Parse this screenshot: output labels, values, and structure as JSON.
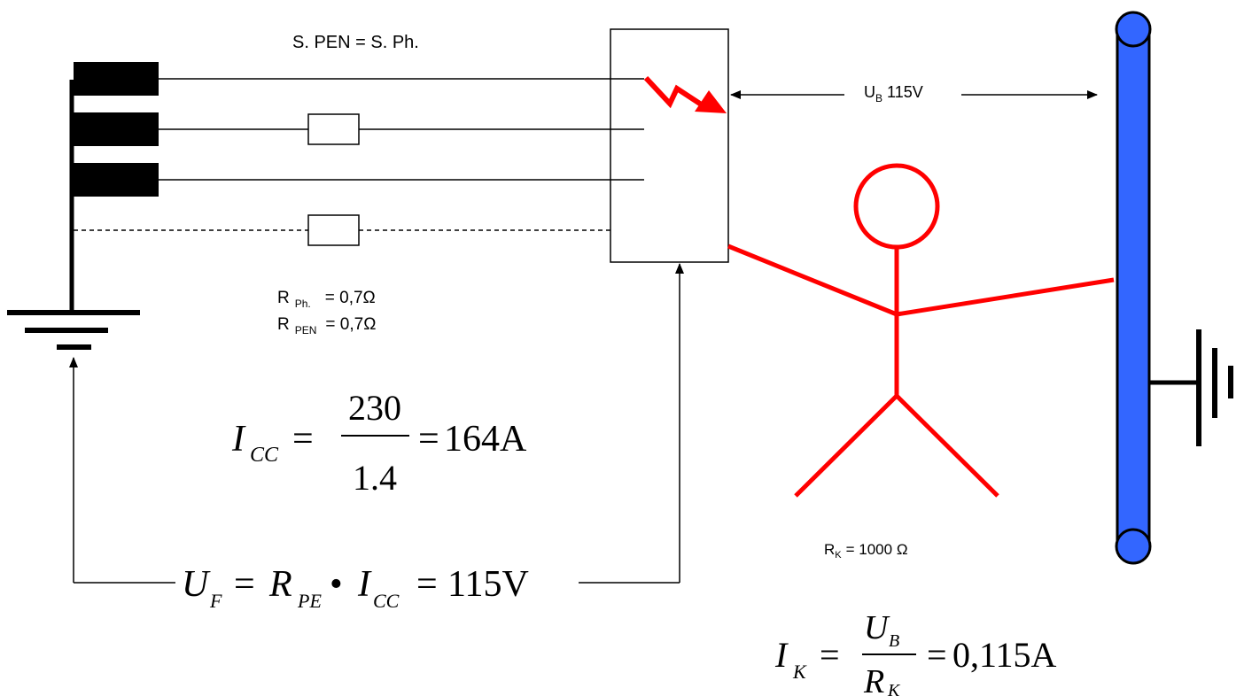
{
  "top_label": "S. PEN = S. Ph.",
  "touch_voltage": {
    "main": "U",
    "sub": "B",
    "value": "115V"
  },
  "resistances": {
    "phase": {
      "prefix": "R",
      "sub": "Ph.",
      "value": "= 0,7Ω"
    },
    "pen": {
      "prefix": "R",
      "sub": "PEN",
      "value": "= 0,7Ω"
    }
  },
  "body_resistance": {
    "prefix": "R",
    "sub": "K",
    "value": "= 1000 Ω"
  },
  "formula_icc": {
    "lhs": "I",
    "lhs_sub": "CC",
    "eq1": "=",
    "numerator": "230",
    "denominator": "1.4",
    "eq2": "=",
    "result": "164A"
  },
  "formula_uf": {
    "u": "U",
    "u_sub": "F",
    "eq1": "=",
    "r": "R",
    "r_sub": "PE",
    "dot": "•",
    "i": "I",
    "i_sub": "CC",
    "eq2": "=",
    "result": "115V"
  },
  "formula_ik": {
    "lhs": "I",
    "lhs_sub": "K",
    "eq1": "=",
    "num": "U",
    "num_sub": "B",
    "den": "R",
    "den_sub": "K",
    "eq2": "=",
    "result": "0,115A"
  },
  "colors": {
    "fault": "#ff0000",
    "person": "#ff0000",
    "ground_bar": "#3366ff",
    "line": "#000000"
  }
}
